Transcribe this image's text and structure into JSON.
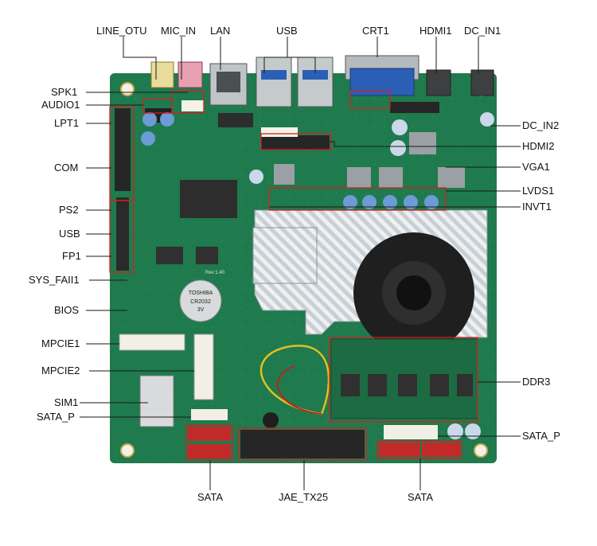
{
  "labels": {
    "line_out": "LINE_OTU",
    "mic_in": "MIC_IN",
    "lan": "LAN",
    "usb_top": "USB",
    "crt1": "CRT1",
    "hdmi1": "HDMI1",
    "dc_in1": "DC_IN1",
    "spk1": "SPK1",
    "audio1": "AUDIO1",
    "lpt1": "LPT1",
    "com": "COM",
    "ps2": "PS2",
    "usb_left": "USB",
    "fp1": "FP1",
    "sys_fan1": "SYS_FAII1",
    "bios": "BIOS",
    "mpcie1": "MPCIE1",
    "mpcie2": "MPCIE2",
    "sim1": "SIM1",
    "sata_p_left": "SATA_P",
    "dc_in2": "DC_IN2",
    "hdmi2": "HDMI2",
    "vga1": "VGA1",
    "lvds1": "LVDS1",
    "invt1": "INVT1",
    "ddr3": "DDR3",
    "sata_p_right": "SATA_P",
    "sata_bottom_left": "SATA",
    "jae_tx25": "JAE_TX25",
    "sata_bottom_right": "SATA"
  },
  "board_text": {
    "battery_brand": "TOSHIBA",
    "battery_model": "CR2032",
    "battery_volt": "3V",
    "revision": "Rev:1.40"
  },
  "colors": {
    "pcb": "#1f7a4d",
    "pcb_dark": "#145c38",
    "highlight_box": "#d62020",
    "leader_line": "#1a1a1a",
    "heatsink": "#d9dde0",
    "connector_blue": "#2b5fb5",
    "sata_red": "#c22a2a"
  }
}
